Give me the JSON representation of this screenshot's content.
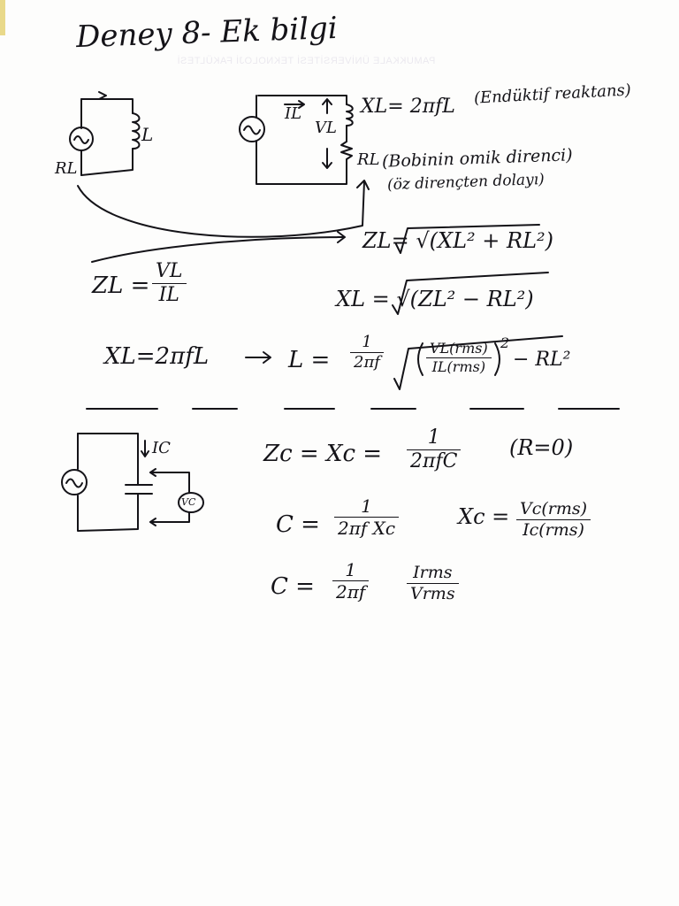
{
  "header": {
    "title": "Deney 8- Ek bilgi"
  },
  "bleed_through": {
    "line1": "PAMUKKALE ÜNİVERSİTESİ TEKNOLOJİ FAKÜLTESİ"
  },
  "inductor_section": {
    "left_circuit": {
      "inductor_label": "L",
      "resistance_label": "RL"
    },
    "right_circuit": {
      "current_label": "IL",
      "voltage_label": "VL",
      "reactance_formula": "XL= 2πfL",
      "reactance_note": "(Endüktif reaktans)",
      "resistance_label": "RL",
      "resistance_note": "(Bobinin omik direnci)",
      "resistance_note2": "(öz dirençten dolayı)"
    },
    "impedance_formula": "ZL= √(XL² + RL²)",
    "impedance_ratio": {
      "lhs": "ZL =",
      "num": "VL",
      "den": "IL"
    },
    "reactance_from_impedance": "XL = √(ZL² − RL²)",
    "reactance_def": "XL=2πfL",
    "arrow": "→",
    "inductance": {
      "lhs": "L =",
      "coef_num": "1",
      "coef_den": "2πf",
      "inner_num": "VL(rms)",
      "inner_den": "IL(rms)",
      "tail": "− RL²"
    }
  },
  "capacitor_section": {
    "circuit": {
      "current_label": "IC",
      "meter_label": "VC"
    },
    "impedance": {
      "lhs": "Zc = Xc =",
      "num": "1",
      "den": "2πfC",
      "note": "(R=0)"
    },
    "capacitance": {
      "lhs": "C =",
      "num": "1",
      "den": "2πf Xc"
    },
    "reactance_ratio": {
      "lhs": "Xc =",
      "num": "Vc(rms)",
      "den": "Ic(rms)"
    },
    "capacitance_rms": {
      "lhs": "C =",
      "num1": "1",
      "den1": "2πf",
      "num2": "Irms",
      "den2": "Vrms"
    }
  }
}
